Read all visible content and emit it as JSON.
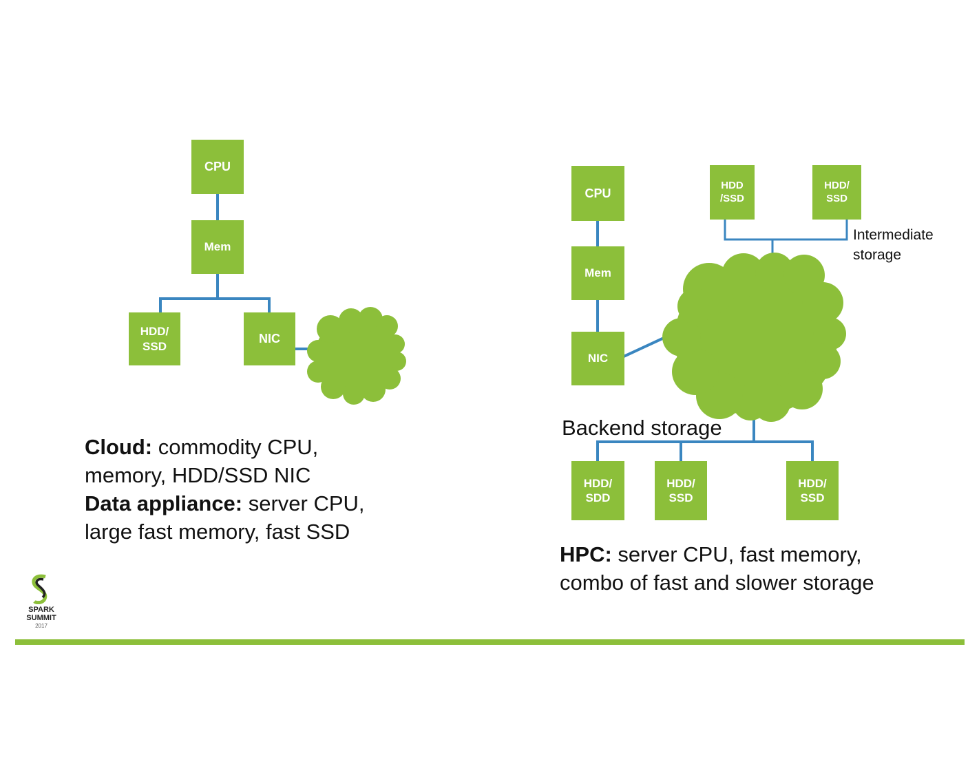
{
  "left_diagram": {
    "nodes": {
      "cpu": "CPU",
      "mem": "Mem",
      "storage": "HDD/\nSSD",
      "nic": "NIC"
    },
    "caption": {
      "line1_bold": "Cloud:",
      "line1_rest": " commodity CPU,",
      "line2": "memory, HDD/SSD NIC",
      "line3_bold": "Data appliance:",
      "line3_rest": " server CPU,",
      "line4": "large fast memory, fast SSD"
    }
  },
  "right_diagram": {
    "nodes": {
      "cpu": "CPU",
      "mem": "Mem",
      "nic": "NIC",
      "intermediate_1": "HDD\n/SSD",
      "intermediate_2": "HDD/\nSSD",
      "backend_1": "HDD/\nSDD",
      "backend_2": "HDD/\nSSD",
      "backend_3": "HDD/\nSSD"
    },
    "labels": {
      "intermediate_line1": "Intermediate",
      "intermediate_line2": "storage",
      "backend": "Backend storage"
    },
    "caption": {
      "line1_bold": "HPC:",
      "line1_rest": " server CPU, fast memory,",
      "line2": "combo of fast and slower storage"
    }
  },
  "logo": {
    "line1": "SPARK",
    "line2": "SUMMIT",
    "year": "2017"
  },
  "colors": {
    "node_green": "#8cbf3a",
    "connector_blue": "#3a86c0",
    "text": "#111111"
  }
}
